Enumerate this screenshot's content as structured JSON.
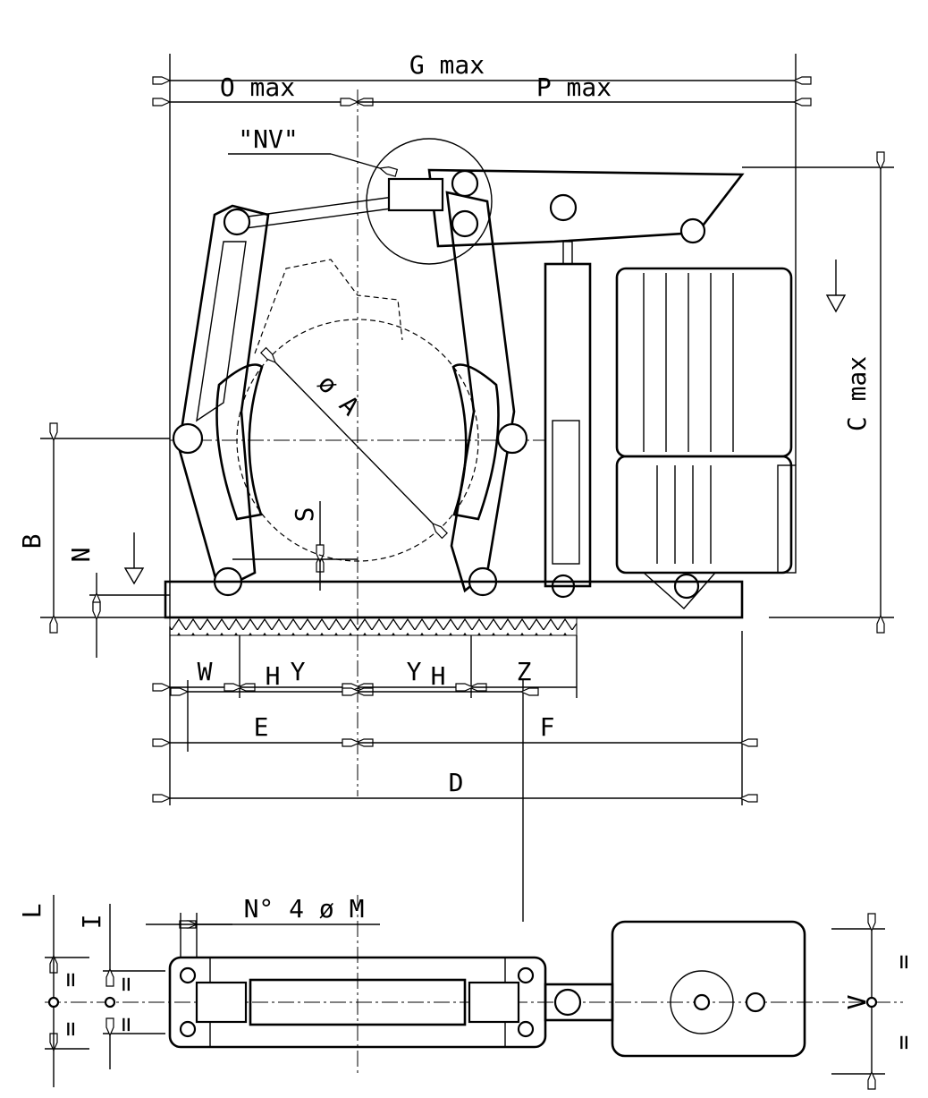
{
  "title": "Brake dimensional drawing",
  "labels": {
    "g_max": "G max",
    "o_max": "O max",
    "p_max": "P max",
    "nv": "\"NV\"",
    "c_max": "C max",
    "phi_a": "ø A",
    "s": "S",
    "b": "B",
    "n": "N",
    "w": "W",
    "y1": "Y",
    "y2": "Y",
    "z": "Z",
    "e": "E",
    "f": "F",
    "d": "D",
    "h1": "H",
    "h2": "H",
    "holes": "N° 4 ø M",
    "l": "L",
    "i": "I",
    "eq": "=",
    "v": "V"
  }
}
